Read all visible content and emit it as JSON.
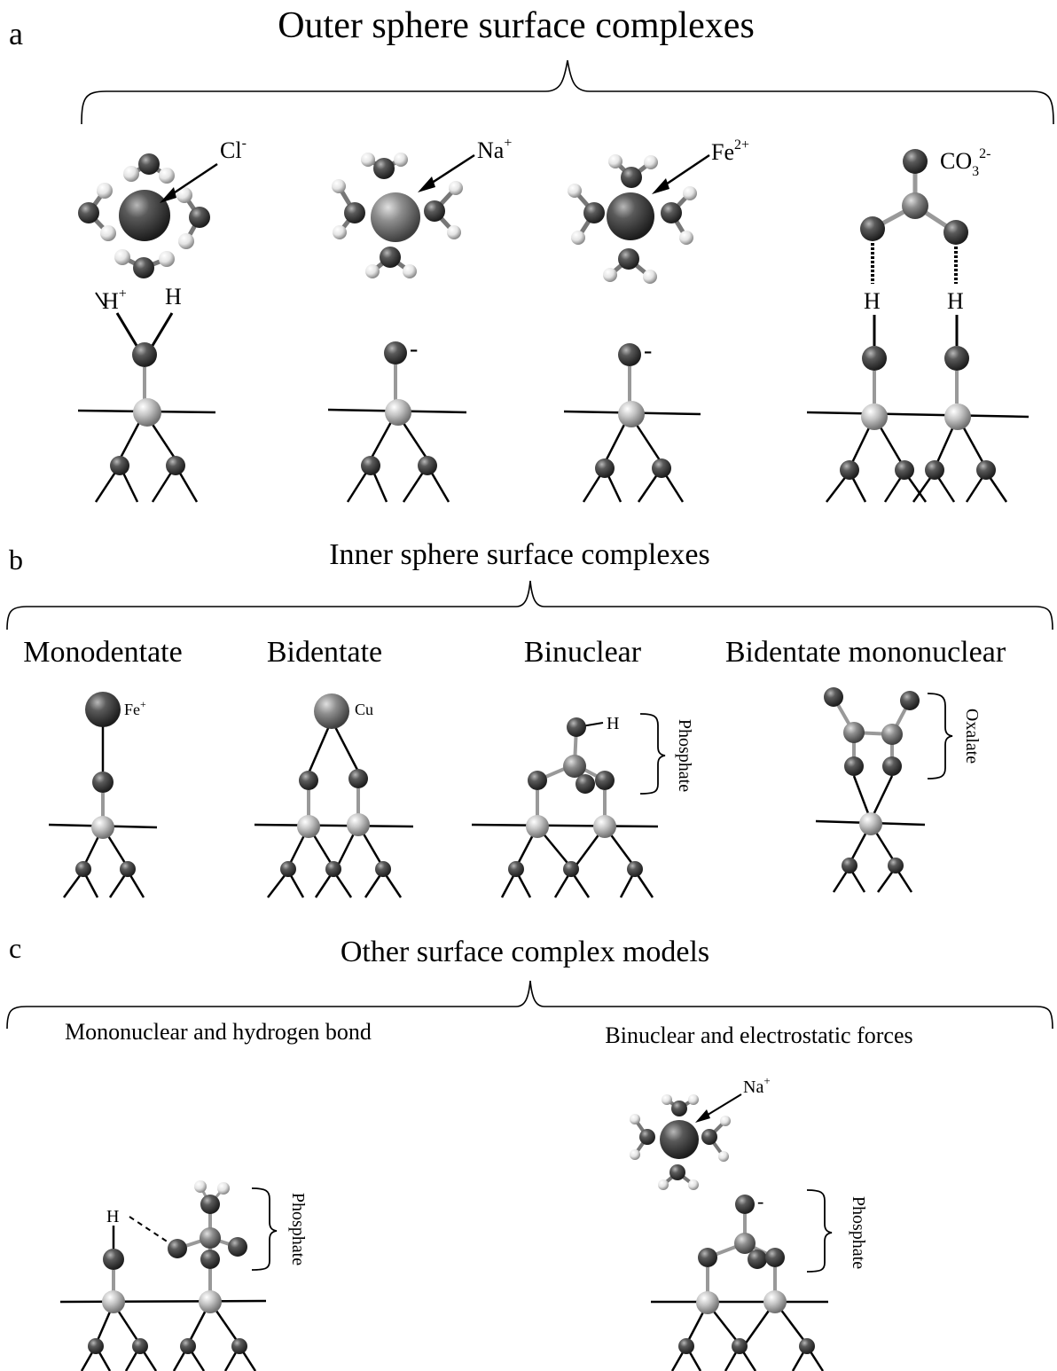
{
  "panels": {
    "a": {
      "letter": "a",
      "title": "Outer sphere surface complexes",
      "ion_labels": {
        "cl": "Cl",
        "cl_sup": "-",
        "na": "Na",
        "na_sup": "+",
        "fe": "Fe",
        "fe_sup": "2+",
        "co3": "CO",
        "co3_sub": "3",
        "co3_sup": "2-"
      },
      "h_labels": {
        "h_plus": "H",
        "h_plus_sup": "+",
        "h": "H"
      },
      "charge_minus": "-"
    },
    "b": {
      "letter": "b",
      "title": "Inner sphere surface complexes",
      "subtitles": {
        "monodentate": "Monodentate",
        "bidentate": "Bidentate",
        "binuclear": "Binuclear",
        "bidentate_mononuclear": "Bidentate mononuclear"
      },
      "atom_labels": {
        "fe": "Fe",
        "fe_sup": "+",
        "cu": "Cu",
        "h": "H"
      },
      "group_labels": {
        "phosphate": "Phosphate",
        "oxalate": "Oxalate"
      }
    },
    "c": {
      "letter": "c",
      "title": "Other surface complex models",
      "subtitles": {
        "left": "Mononuclear and hydrogen bond",
        "right": "Binuclear and electrostatic forces"
      },
      "atom_labels": {
        "h": "H",
        "na": "Na",
        "na_sup": "+",
        "minus": "-"
      },
      "group_labels": {
        "phosphate": "Phosphate"
      }
    }
  },
  "colors": {
    "dark_atom": "#3a3a3a",
    "light_atom": "#b5b5b5",
    "hydrogen": "#e6e6e6",
    "line": "#000000"
  }
}
